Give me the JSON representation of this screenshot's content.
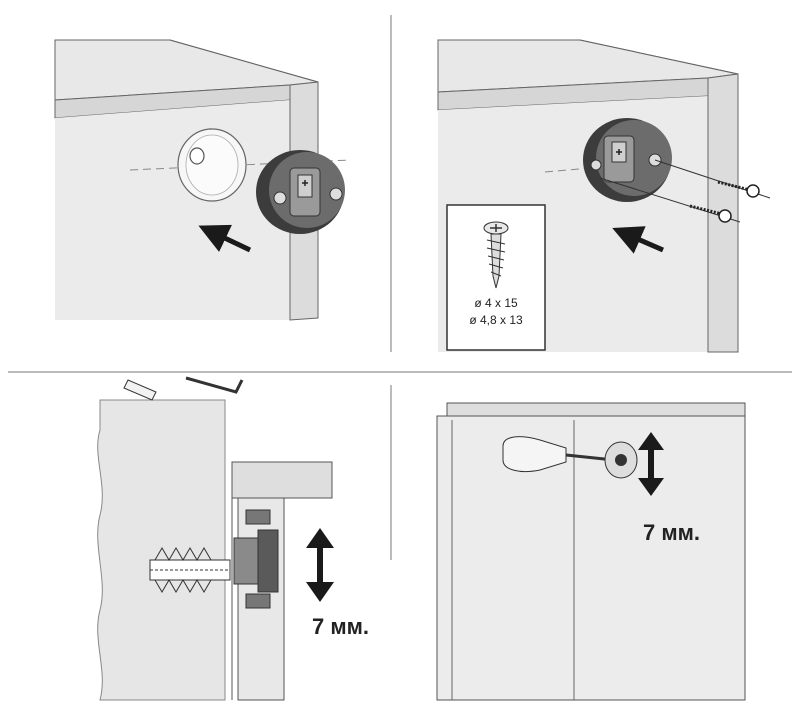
{
  "panels": [
    {
      "id": "panel-1"
    },
    {
      "id": "panel-2",
      "screw_sizes": [
        "ø 4 x 15",
        "ø 4,8 x 13"
      ]
    },
    {
      "id": "panel-3",
      "adjust_label": "7 мм."
    },
    {
      "id": "panel-4",
      "adjust_label": "7 мм."
    }
  ],
  "colors": {
    "board": "#e6e6e6",
    "board_light": "#efefef",
    "edge": "#d2d2d2",
    "fitting_dark": "#3c3c3c",
    "fitting_mid": "#6c6c6c",
    "line": "#555555",
    "arrow": "#1a1a1a"
  }
}
